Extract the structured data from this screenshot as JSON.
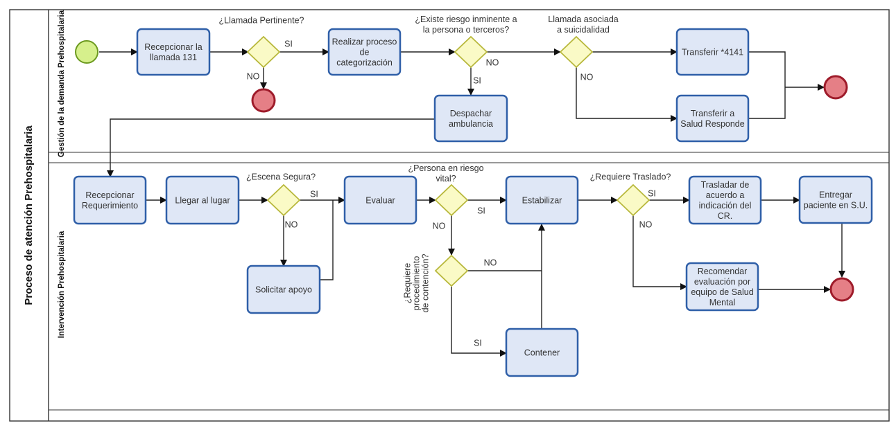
{
  "pool": {
    "title": "Proceso de atención Prehospitalaria"
  },
  "lanes": {
    "demand": "Gestión de la demanda Prehospitalaria",
    "intervention": "Intervención Prehospitalaria"
  },
  "tasks": {
    "recepcionar_llamada": [
      "Recepcionar la",
      "llamada 131"
    ],
    "categorizacion": [
      "Realizar proceso",
      "de",
      "categorización"
    ],
    "transferir_4141": [
      "Transferir *4141"
    ],
    "despachar": [
      "Despachar",
      "ambulancia"
    ],
    "salud_responde": [
      "Transferir a",
      "Salud Responde"
    ],
    "recepcionar_req": [
      "Recepcionar",
      "Requerimiento"
    ],
    "llegar": [
      "Llegar al lugar"
    ],
    "evaluar": [
      "Evaluar"
    ],
    "estabilizar": [
      "Estabilizar"
    ],
    "trasladar": [
      "Trasladar de",
      "acuerdo a",
      "indicación del",
      "CR."
    ],
    "entregar": [
      "Entregar",
      "paciente en S.U."
    ],
    "solicitar_apoyo": [
      "Solicitar apoyo"
    ],
    "recomendar": [
      "Recomendar",
      "evaluación por",
      "equipo de Salud",
      "Mental"
    ],
    "contener": [
      "Contener"
    ]
  },
  "questions": {
    "pertinente": [
      "¿Llamada Pertinente?"
    ],
    "riesgo_inminente": [
      "¿Existe riesgo inminente a",
      "la persona o terceros?"
    ],
    "suicidalidad": [
      "Llamada asociada",
      "a suicidalidad"
    ],
    "escena": [
      "¿Escena Segura?"
    ],
    "riesgo_vital": [
      "¿Persona en riesgo",
      "vital?"
    ],
    "traslado": [
      "¿Requiere Traslado?"
    ],
    "contencion": [
      "¿Requiere",
      "procedimiento",
      "de contención?"
    ]
  },
  "flow_labels": {
    "si": "SI",
    "no": "NO"
  },
  "colors": {
    "start_fill": "#d6f08c",
    "start_stroke": "#6c9a1f",
    "end_fill": "#e57f86",
    "end_stroke": "#9e1b2a",
    "task_fill": "#dfe7f6",
    "task_stroke": "#2f5fa8",
    "gateway_fill": "#fafac6",
    "gateway_stroke": "#b8b83c"
  }
}
